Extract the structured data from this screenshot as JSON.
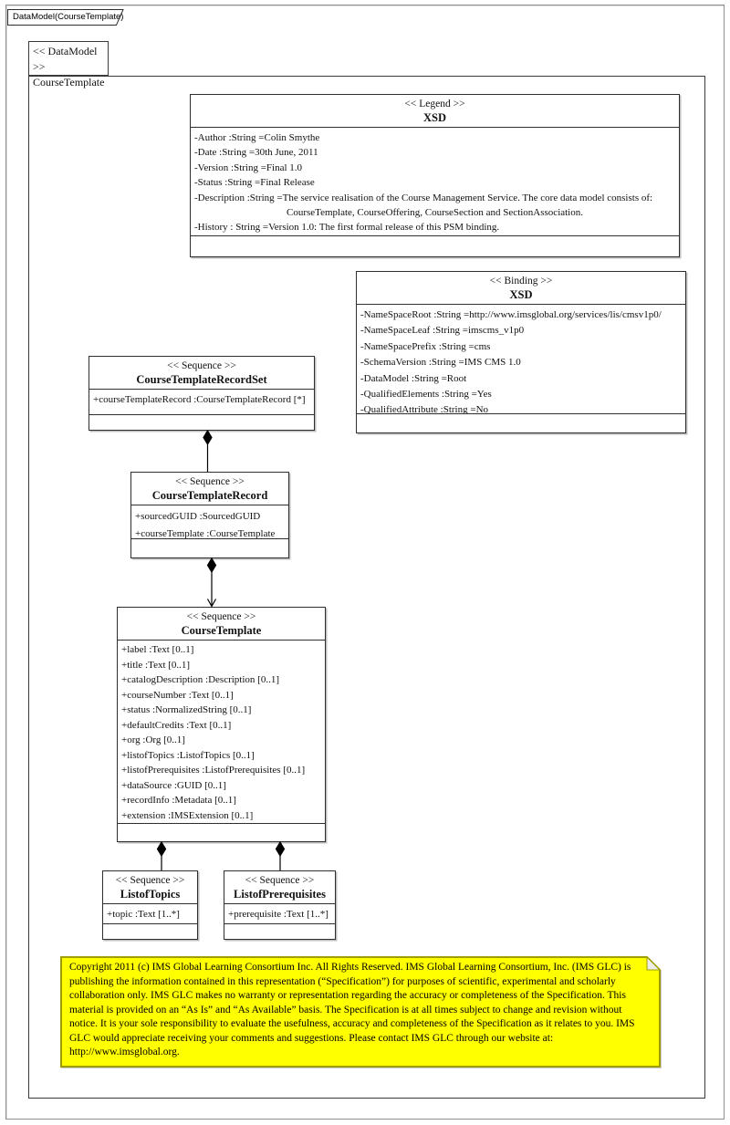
{
  "tab": {
    "label": "DataModel(CourseTemplate)"
  },
  "frame": {
    "stereotype": "<< DataModel >>",
    "name": "CourseTemplate"
  },
  "classes": [
    {
      "stereotype": "<< Legend >>",
      "name": "XSD",
      "attributes": [
        "-Author :String =Colin Smythe",
        "-Date :String =30th June, 2011",
        "-Version :String =Final 1.0",
        "-Status :String =Final Release",
        "-Description :String =The service realisation of the Course Management Service.  The core data model consists of: CourseTemplate, CourseOffering, CourseSection and SectionAssociation.",
        "-History : String =Version 1.0: The first formal release of this PSM binding."
      ]
    },
    {
      "stereotype": "<< Binding  >>",
      "name": "XSD",
      "attributes": [
        "-NameSpaceRoot :String =http://www.imsglobal.org/services/lis/cmsv1p0/",
        "-NameSpaceLeaf :String =imscms_v1p0",
        "-NameSpacePrefix :String =cms",
        "-SchemaVersion :String =IMS CMS 1.0",
        "-DataModel :String =Root",
        "-QualifiedElements   :String =Yes",
        "-QualifiedAttribute   :String =No"
      ]
    },
    {
      "stereotype": "<< Sequence >>",
      "name": "CourseTemplateRecordSet",
      "attributes": [
        "+courseTemplateRecord :CourseTemplateRecord [*]"
      ]
    },
    {
      "stereotype": "<< Sequence >>",
      "name": "CourseTemplateRecord",
      "attributes": [
        "+sourcedGUID :SourcedGUID",
        "+courseTemplate :CourseTemplate"
      ]
    },
    {
      "stereotype": "<< Sequence >>",
      "name": "CourseTemplate",
      "attributes": [
        "+label :Text [0..1]",
        "+title :Text [0..1]",
        "+catalogDescription :Description [0..1]",
        "+courseNumber :Text [0..1]",
        "+status :NormalizedString  [0..1]",
        "+defaultCredits :Text [0..1]",
        "+org :Org [0..1]",
        "+listofTopics :ListofTopics  [0..1]",
        "+listofPrerequisites  :ListofPrerequisites  [0..1]",
        "+dataSource :GUID [0..1]",
        "+recordInfo :Metadata [0..1]",
        "+extension :IMSExtension  [0..1]"
      ]
    },
    {
      "stereotype": "<< Sequence >>",
      "name": "ListofTopics",
      "attributes": [
        "+topic :Text [1..*]"
      ]
    },
    {
      "stereotype": "<< Sequence >>",
      "name": "ListofPrerequisites",
      "attributes": [
        "+prerequisite :Text [1..*]"
      ]
    }
  ],
  "relationships": [
    {
      "type": "composition",
      "from": "CourseTemplateRecordSet",
      "to": "CourseTemplateRecord"
    },
    {
      "type": "composition",
      "from": "CourseTemplateRecord",
      "to": "CourseTemplate"
    },
    {
      "type": "composition",
      "from": "CourseTemplate",
      "to": "ListofTopics"
    },
    {
      "type": "composition",
      "from": "CourseTemplate",
      "to": "ListofPrerequisites"
    }
  ],
  "note": {
    "text": "Copyright 2011 (c) IMS Global Learning Consortium Inc.  All Rights Reserved.  IMS Global Learning Consortium, Inc. (IMS GLC) is publishing the information contained in this representation (“Specification”) for purposes of scientific, experimental and scholarly collaboration only.  IMS GLC makes no warranty or representation regarding  the accuracy or completeness of the Specification.  This material is provided on an “As Is” and “As Available” basis.  The Specification is at all times subject to change and revision without notice.  It is your sole responsibility to evaluate the usefulness, accuracy and completeness of the Specification as it relates to you.  IMS GLC would appreciate receiving your comments and suggestions.   Please contact IMS GLC through our website at: http://www.imsglobal.org."
  },
  "colors": {
    "note_fill": "#ffff00",
    "note_border": "#9e9e00",
    "box_border": "#2e2e2e",
    "line": "#000000",
    "outer_border": "#8f8f8f"
  }
}
